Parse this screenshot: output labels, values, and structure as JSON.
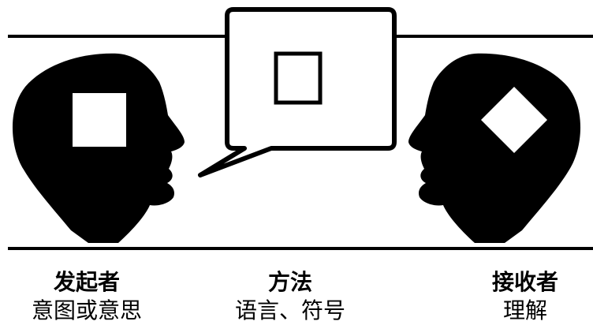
{
  "sender": {
    "role": "发起者",
    "description": "意图或意思"
  },
  "method": {
    "role": "方法",
    "description": "语言、符号"
  },
  "receiver": {
    "role": "接收者",
    "description": "理解"
  },
  "colors": {
    "ink": "#000000",
    "paper": "#ffffff"
  },
  "icons": {
    "sender": "head-silhouette-facing-right-with-square",
    "message": "speech-bubble-with-square",
    "receiver": "head-silhouette-facing-left-with-diamond"
  }
}
